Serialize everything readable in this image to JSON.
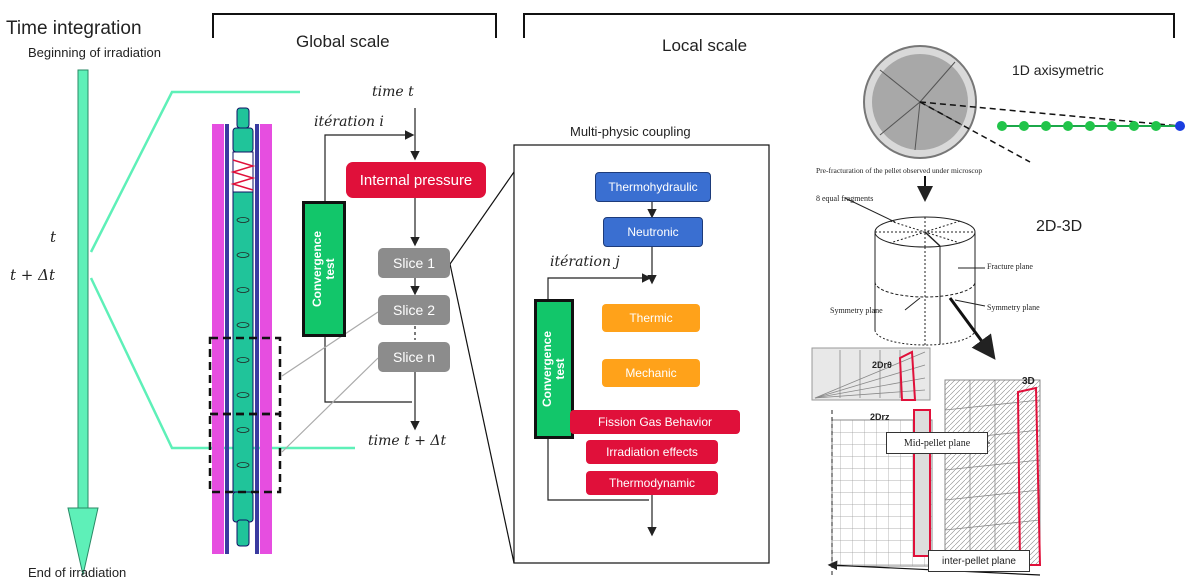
{
  "time_axis": {
    "title": "Time integration",
    "start": "Beginning of irradiation",
    "end": "End of irradiation",
    "t": "t",
    "t_dt": "t + Δt"
  },
  "global": {
    "heading": "Global scale",
    "time_t": "time t",
    "iteration_i": "itération i",
    "internal_pressure": "Internal pressure",
    "convergence": "Convergence test",
    "slices": [
      "Slice 1",
      "Slice 2",
      "Slice n"
    ],
    "time_t_dt": "time t + Δt"
  },
  "local": {
    "heading": "Local scale",
    "coupling_title": "Multi-physic coupling",
    "thermohydraulic": "Thermohydraulic",
    "neutronic": "Neutronic",
    "iteration_j": "itération j",
    "convergence": "Convergence test",
    "thermic": "Thermic",
    "mechanic": "Mechanic",
    "fission_gas": "Fission Gas Behavior",
    "irradiation_effects": "Irradiation effects",
    "thermodynamic": "Thermodynamic"
  },
  "micro": {
    "label_1d": "1D axisymetric",
    "pre_fracturation": "Pre-fracturation of the pellet observed under microscop",
    "label_2d3d": "2D-3D",
    "equal_fragments": "8 equal fragments",
    "fracture_plane": "Fracture plane",
    "symmetry_plane_left": "Symmetry plane",
    "symmetry_plane_right": "Symmetry plane",
    "label_2drtheta": "2Drθ",
    "label_2drz": "2Drz",
    "label_3d": "3D",
    "mid_pellet": "Mid-pellet plane",
    "inter_pellet": "inter-pellet plane"
  },
  "colors": {
    "arrow_green": "#5ef0b8",
    "red_box": "#e0103a",
    "grey_box": "#8c8c8c",
    "blue_box": "#3a6fd1",
    "orange_box": "#ffa21a",
    "green_box": "#12c66a",
    "magenta": "#e64ee0",
    "fuel_green": "#20c49a"
  }
}
